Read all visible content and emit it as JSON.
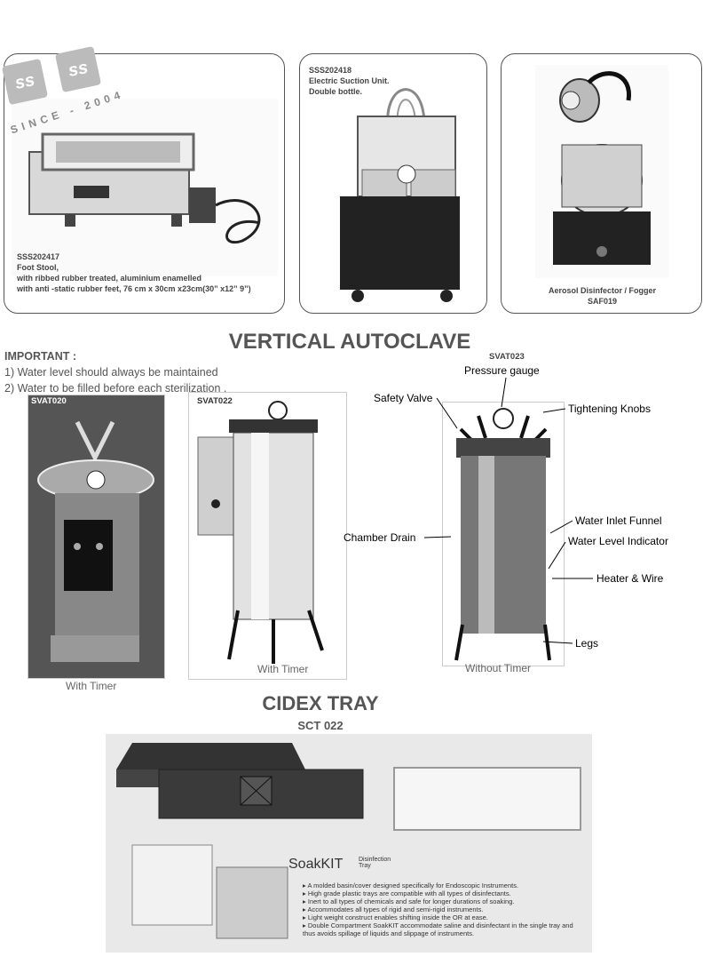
{
  "logo": {
    "mark": "ss",
    "since": "SINCE - 2004"
  },
  "cards": [
    {
      "code": "SSS202417",
      "lines": [
        "Foot Stool,",
        "with ribbed rubber treated, aluminium enamelled",
        "with anti -static rubber feet, 76 cm x 30cm x23cm(30” x12” 9”)"
      ]
    },
    {
      "code": "SSS202418",
      "lines": [
        "Electric Suction Unit.",
        "Double bottle."
      ]
    },
    {
      "lines": [
        "Aerosol Disinfector / Fogger",
        "SAF019"
      ]
    }
  ],
  "autoclave": {
    "title": "VERTICAL AUTOCLAVE",
    "important_title": "IMPORTANT :",
    "important_lines": [
      "1) Water level should always be maintained",
      "2) Water to be filled before each sterilization ."
    ],
    "models": [
      {
        "code": "SVAT020",
        "caption": "With Timer"
      },
      {
        "code": "SVAT022",
        "caption": "With Timer"
      },
      {
        "code": "SVAT023",
        "caption": "Without Timer"
      }
    ],
    "labels": {
      "pressure_gauge": "Pressure gauge",
      "safety_valve": "Safety Valve",
      "tightening_knobs": "Tightening Knobs",
      "water_inlet": "Water Inlet Funnel",
      "chamber_drain": "Chamber Drain",
      "water_level": "Water Level Indicator",
      "heater": "Heater & Wire",
      "legs": "Legs"
    }
  },
  "cidex": {
    "title": "CIDEX TRAY",
    "code": "SCT 022",
    "soakkit": "SoakKIT",
    "soak_sub": "Disinfection Tray",
    "bullets": [
      "A molded basin/cover designed specifically for Endoscopic Instruments.",
      "High grade plastic trays are compatible with all types of disinfectants.",
      "Inert to all types of chemicals and safe for longer durations of soaking.",
      "Accommodates all types of rigid and semi-rigid instruments.",
      "Light weight construct enables shifting inside the OR at ease.",
      "Double Compartment SoakKIT accommodate saline and disinfectant in the single tray and thus avoids spillage of liquids and slippage of instruments."
    ]
  }
}
